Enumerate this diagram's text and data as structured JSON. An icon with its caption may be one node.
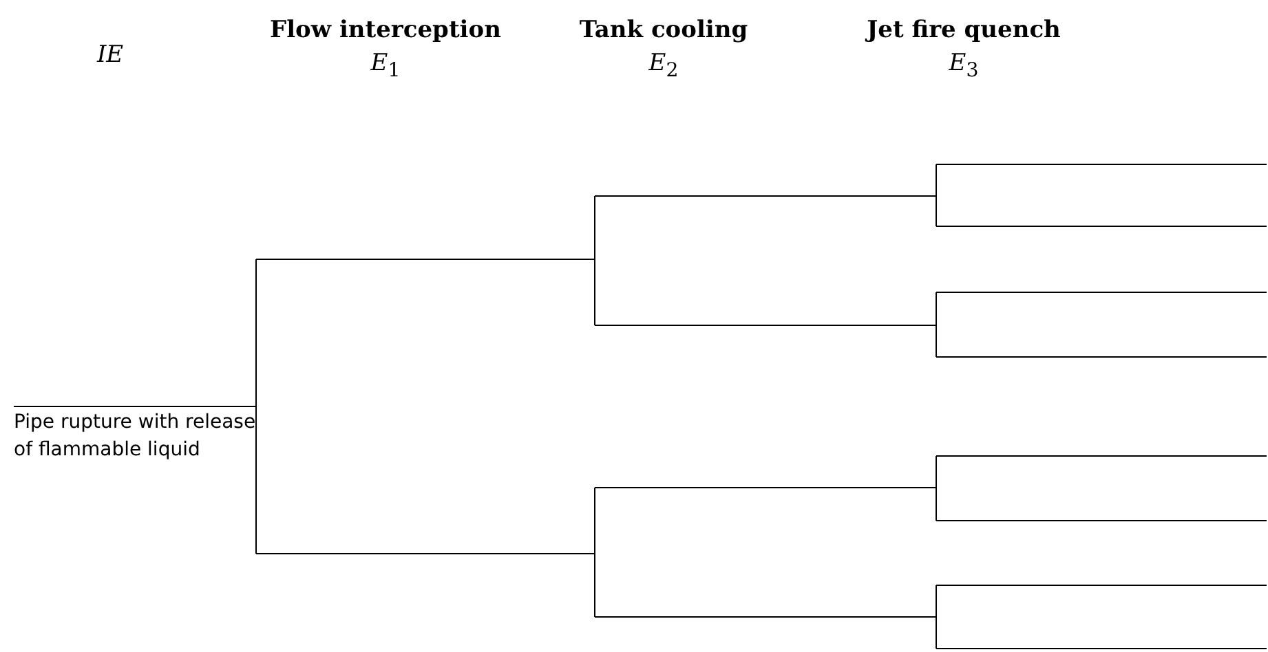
{
  "diagram": {
    "nodes": [
      {
        "text": [
          "Pipe rupture with release of flammable liquid"
        ]
      },
      {
        "text": [],
        "shape": "bar"
      },
      {
        "text": [],
        "shape": "bar"
      },
      {
        "text": [],
        "shape": "bar"
      },
      {
        "text": [],
        "shape": "bar"
      },
      {
        "text": [],
        "shape": "bar"
      },
      {
        "text": [],
        "shape": "bar"
      },
      {
        "text": [],
        "shape": "bar"
      },
      {
        "text": [],
        "shape": "bar"
      },
      {
        "text": [],
        "shape": "bar"
      },
      {
        "text": [],
        "shape": "bar"
      },
      {
        "text": [],
        "shape": "bar"
      },
      {
        "text": [],
        "shape": "bar"
      },
      {
        "text": [],
        "shape": "bar"
      },
      {
        "text": [],
        "shape": "bar"
      }
    ],
    "edges": [
      {
        "from": 0,
        "to": 1,
        "arrow": "none"
      },
      {
        "from": 0,
        "to": 2,
        "arrow": "none"
      },
      {
        "from": 1,
        "to": 3,
        "arrow": "none"
      },
      {
        "from": 1,
        "to": 4,
        "arrow": "none"
      },
      {
        "from": 2,
        "to": 5,
        "arrow": "none"
      },
      {
        "from": 2,
        "to": 6,
        "arrow": "none"
      },
      {
        "from": 3,
        "to": 7,
        "arrow": "none"
      },
      {
        "from": 3,
        "to": 8,
        "arrow": "none"
      },
      {
        "from": 4,
        "to": 9,
        "arrow": "none"
      },
      {
        "from": 4,
        "to": 10,
        "arrow": "none"
      },
      {
        "from": 5,
        "to": 11,
        "arrow": "none"
      },
      {
        "from": 5,
        "to": 12,
        "arrow": "none"
      },
      {
        "from": 6,
        "to": 13,
        "arrow": "none"
      },
      {
        "from": 6,
        "to": 14,
        "arrow": "none"
      }
    ],
    "labels": [
      "IE",
      "Flow interception",
      "*E*$_{1}$",
      "Tank cooling",
      "*E*$_{2}$",
      "Jet fire quench",
      "*E*$_{3}$"
    ]
  }
}
